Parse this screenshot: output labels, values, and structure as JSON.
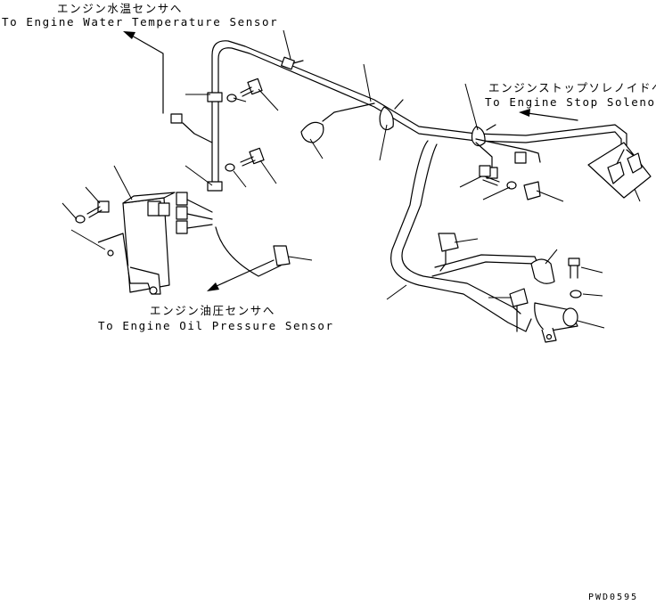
{
  "labels": {
    "water_temp_jp": "エンジン水温センサへ",
    "water_temp_en": "To Engine Water Temperature Sensor",
    "stop_solenoid_jp": "エンジンストップソレノイドへ",
    "stop_solenoid_en": "To Engine Stop Solenoid",
    "oil_pressure_jp": "エンジン油圧センサへ",
    "oil_pressure_en": "To Engine Oil Pressure Sensor"
  },
  "drawing_code": "PWD0595"
}
